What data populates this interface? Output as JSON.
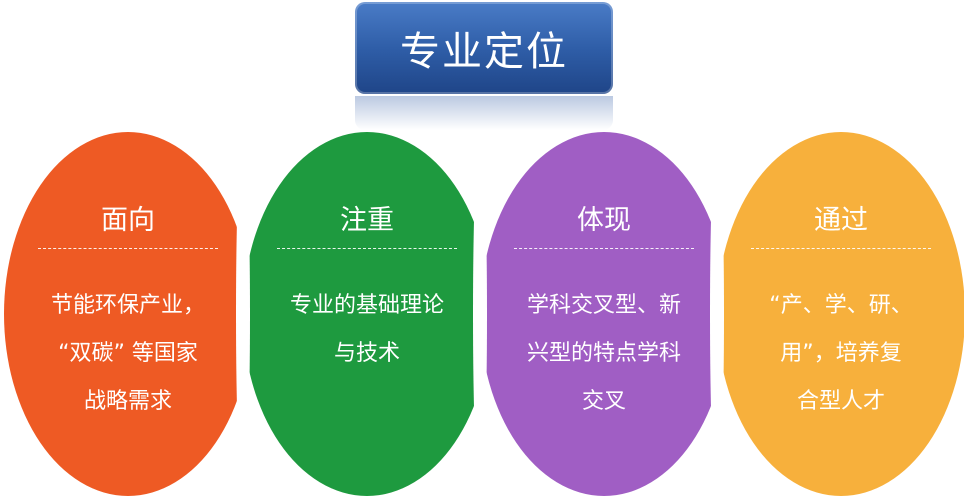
{
  "title": "专业定位",
  "colors": {
    "title": "#2f5ea8",
    "card1": "#ee5a24",
    "card2": "#1e9a3f",
    "card3": "#a05ec4",
    "card4": "#f7b03c"
  },
  "cards": [
    {
      "heading": "面向",
      "body": "节能环保产业，\n“双碳” 等国家\n战略需求"
    },
    {
      "heading": "注重",
      "body": "专业的基础理论\n与技术"
    },
    {
      "heading": "体现",
      "body": "学科交叉型、新\n兴型的特点学科\n交叉"
    },
    {
      "heading": "通过",
      "body": "“产、学、研、\n用”，培养复\n合型人才"
    }
  ]
}
